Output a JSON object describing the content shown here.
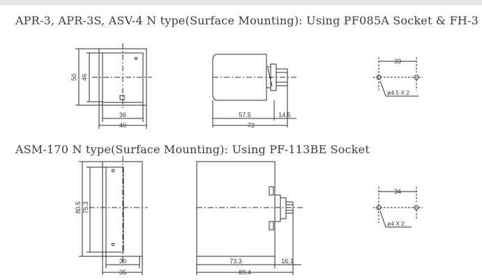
{
  "section_1": {
    "title": "APR-3, APR-3S, ASV-4 N type(Surface Mounting): Using PF085A Socket & FH-3",
    "front_view": {
      "height_outer": "50",
      "height_inner": "46",
      "width_inner": "36",
      "width_outer": "40"
    },
    "side_view": {
      "body_length": "57.5",
      "pin_length": "14.5",
      "total_length": "72"
    },
    "mounting_holes": {
      "pitch": "33",
      "hole_spec": "ø4.5 X 2"
    }
  },
  "section_2": {
    "title": "ASM-170 N type(Surface Mounting): Using PF-113BE Socket",
    "front_view": {
      "height_outer": "80.5",
      "height_inner": "75.3",
      "width_inner": "30",
      "width_outer": "35"
    },
    "side_view": {
      "body_length": "73.3",
      "pin_length": "16.1",
      "total_length": "89.4"
    },
    "mounting_holes": {
      "pitch": "34",
      "hole_spec": "ø4 X 2"
    }
  },
  "colors": {
    "line": "#2a2a2a",
    "text": "#3c3c3c",
    "header_strip": "#e6e6e2"
  }
}
